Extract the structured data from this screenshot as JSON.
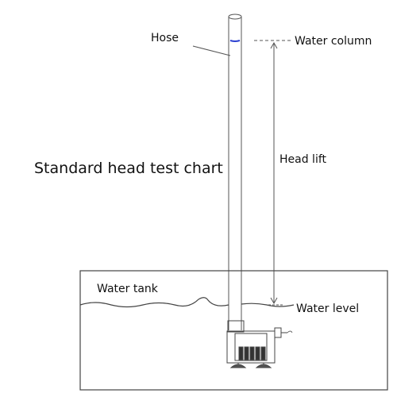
{
  "title": "Standard head test chart",
  "labels": {
    "hose": "Hose",
    "water_column": "Water column",
    "head_lift": "Head lift",
    "water_tank": "Water tank",
    "water_level": "Water level"
  },
  "colors": {
    "line": "#444444",
    "water_mark": "#2a3fd0",
    "text": "#111111"
  }
}
